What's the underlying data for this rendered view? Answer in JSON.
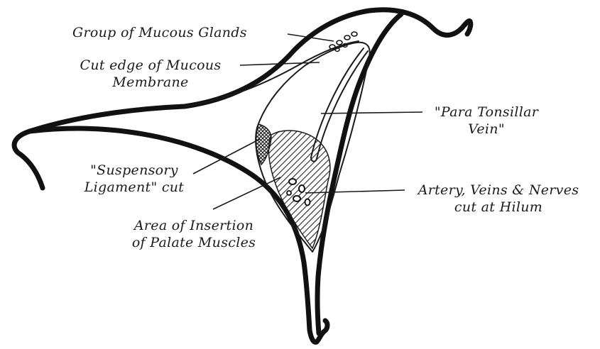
{
  "labels": {
    "mucous_glands": "Group of Mucous Glands",
    "cut_edge_line1": "Cut edge of Mucous",
    "cut_edge_line2": "Membrane",
    "para_tonsillar_line1": "\"Para Tonsillar",
    "para_tonsillar_line2": "Vein\"",
    "suspensory_line1": "\"Suspensory",
    "suspensory_line2": "Ligament\" cut",
    "artery_line1": "Artery, Veins & Nerves",
    "artery_line2": "cut at Hilum",
    "insertion_line1": "Area of Insertion",
    "insertion_line2": "of Palate Muscles"
  },
  "colors": {
    "ink": "#111111",
    "paper": "#ffffff"
  }
}
